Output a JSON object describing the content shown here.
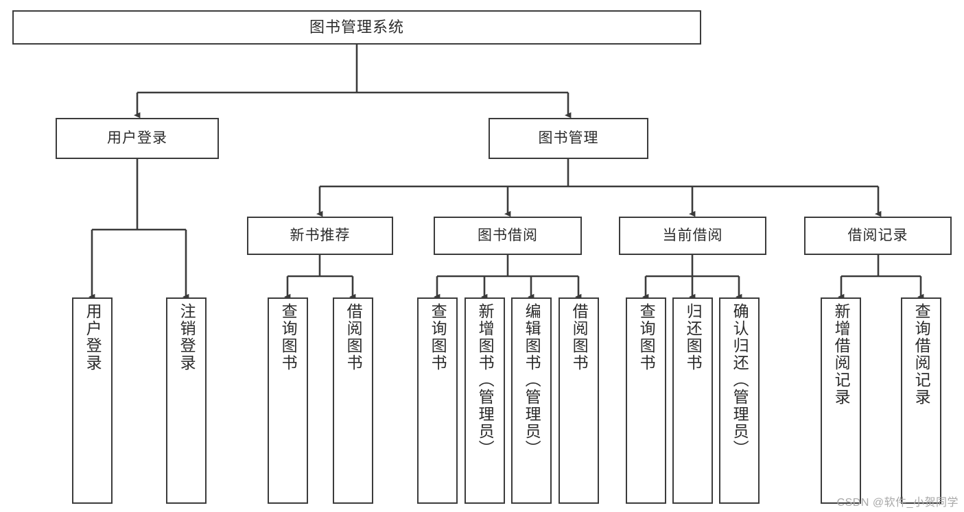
{
  "diagram": {
    "title": "图书管理系统",
    "type": "tree",
    "stroke_color": "#3b3b3b",
    "text_color": "#2b2b2b",
    "background": "#ffffff",
    "watermark": "CSDN @软件_小贺同学"
  },
  "nodes": {
    "root": {
      "label": "图书管理系统"
    },
    "level2": [
      {
        "label": "用户登录"
      },
      {
        "label": "图书管理"
      }
    ],
    "level3": [
      {
        "label": "新书推荐"
      },
      {
        "label": "图书借阅"
      },
      {
        "label": "当前借阅"
      },
      {
        "label": "借阅记录"
      }
    ],
    "leaves": {
      "user_login": [
        {
          "label": "用户登录"
        },
        {
          "label": "注销登录"
        }
      ],
      "new_book_recommend": [
        {
          "label": "查询图书"
        },
        {
          "label": "借阅图书"
        }
      ],
      "book_borrow": [
        {
          "label": "查询图书"
        },
        {
          "label": "新增图书（管理员）"
        },
        {
          "label": "编辑图书（管理员）"
        },
        {
          "label": "借阅图书"
        }
      ],
      "current_borrow": [
        {
          "label": "查询图书"
        },
        {
          "label": "归还图书"
        },
        {
          "label": "确认归还（管理员）"
        }
      ],
      "borrow_record": [
        {
          "label": "新增借阅记录"
        },
        {
          "label": "查询借阅记录"
        }
      ]
    }
  }
}
